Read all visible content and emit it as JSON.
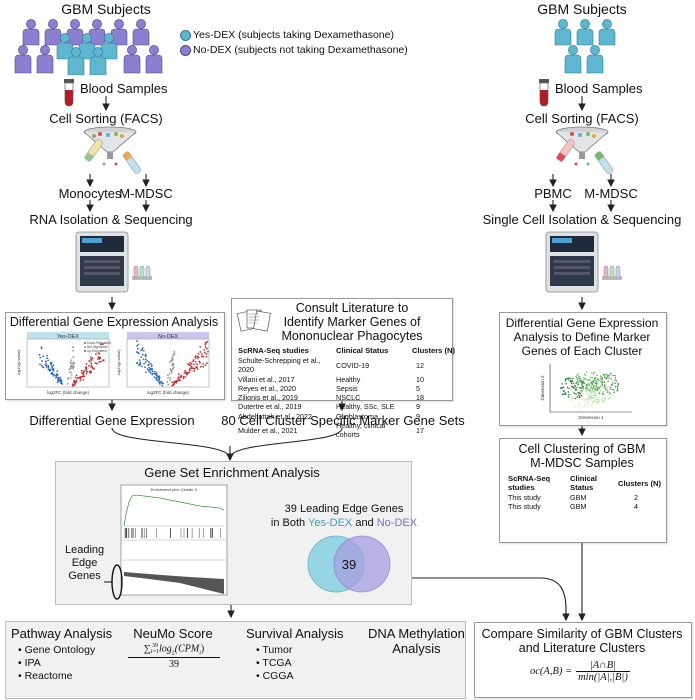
{
  "left": {
    "title": "GBM Subjects",
    "legend": [
      {
        "label": "Yes-DEX (subjects taking Dexamethasone)",
        "color": "#5fb6d0"
      },
      {
        "label": "No-DEX (subjects not taking Dexamethasone)",
        "color": "#8c7fd0"
      }
    ],
    "blood": "Blood Samples",
    "sorting": "Cell Sorting (FACS)",
    "cell1": "Monocytes",
    "cell2": "M-MDSC",
    "rna": "RNA Isolation & Sequencing",
    "dge_title": "Differential Gene Expression Analysis",
    "volcano_left_title": "Yes-DEX",
    "volcano_right_title": "No-DEX",
    "volcano_legend": [
      "Down-Regulated",
      "Not Significant",
      "Up-Regulated"
    ],
    "volcano_xlabel": "log2FC (fold change)",
    "volcano_ylabel": "-log10(p-value)",
    "dge_out": "Differential Gene Expression"
  },
  "lit": {
    "title": [
      "Consult Literature to",
      "Identify Marker Genes of",
      "Mononuclear Phagocytes"
    ],
    "headers": [
      "ScRNA-Seq studies",
      "Clinical Status",
      "Clusters (N)"
    ],
    "rows": [
      [
        "Schulte-Schrepping et al., 2020",
        "COVID-19",
        "12"
      ],
      [
        "Villani et al., 2017",
        "Healthy",
        "10"
      ],
      [
        "Reyes et al., 2020",
        "Sepsis",
        "5"
      ],
      [
        "Zilionis et al., 2019",
        "NSCLC",
        "18"
      ],
      [
        "Dutertre et al., 2019",
        "Healthy, SSc, SLE",
        "9"
      ],
      [
        "Abdelfattah et al., 2022",
        "Glioblastoma",
        "9"
      ],
      [
        "Mulder et al., 2021",
        "Healthy, clinical cohorts",
        "17"
      ]
    ],
    "out": "80 Cell Cluster Specific Marker Gene Sets"
  },
  "gsea": {
    "title": "Gene Set Enrichment Analysis",
    "plot_title": "Enrichment plot: Cluster X",
    "leading": [
      "Leading",
      "Edge",
      "Genes"
    ],
    "venn_caption_1": "39 Leading Edge Genes",
    "venn_caption_2a": "in Both ",
    "venn_yes": "Yes-DEX",
    "venn_and": " and ",
    "venn_no": "No-DEX",
    "venn_center": "39"
  },
  "bottom": {
    "pathway_title": "Pathway Analysis",
    "pathway_items": [
      "Gene Ontology",
      "IPA",
      "Reactome"
    ],
    "neumo_title": "NeuMo Score",
    "neumo_num_sum": "∑",
    "neumo_sup": "39",
    "neumo_sub": "i=1",
    "neumo_log": "log",
    "neumo_2": "2",
    "neumo_cpm": "(CPM",
    "neumo_i": "i",
    "neumo_close": ")",
    "neumo_den": "39",
    "survival_title": "Survival Analysis",
    "survival_items": [
      "Tumor",
      "TCGA",
      "CGGA"
    ],
    "dna_title": [
      "DNA Methylation",
      "Analysis"
    ]
  },
  "right": {
    "title": "GBM Subjects",
    "blood": "Blood Samples",
    "sorting": "Cell Sorting (FACS)",
    "cell1": "PBMC",
    "cell2": "M-MDSC",
    "single": "Single Cell Isolation & Sequencing",
    "dge_title": [
      "Differential Gene Expression",
      "Analysis to Define Marker",
      "Genes of Each Cluster"
    ],
    "umap_x": "Dimension 1",
    "umap_y": "Dimension 2",
    "cluster_title": [
      "Cell Clustering of GBM",
      "M-MDSC Samples"
    ],
    "headers": [
      "ScRNA-Seq studies",
      "Clinical Status",
      "Clusters (N)"
    ],
    "rows": [
      [
        "This study",
        "GBM",
        "2"
      ],
      [
        "This study",
        "GBM",
        "4"
      ]
    ],
    "compare_title": [
      "Compare Similarity of GBM Clusters",
      "and Literature Clusters"
    ],
    "formula_lhs": "oc(A,B) =",
    "formula_num": "|A∩B|",
    "formula_den": "min(|A|,|B|)"
  },
  "colors": {
    "yes_dex": "#5fb6d0",
    "no_dex": "#8c7fd0",
    "arrow": "#222222",
    "blood": "#b01e2a"
  }
}
